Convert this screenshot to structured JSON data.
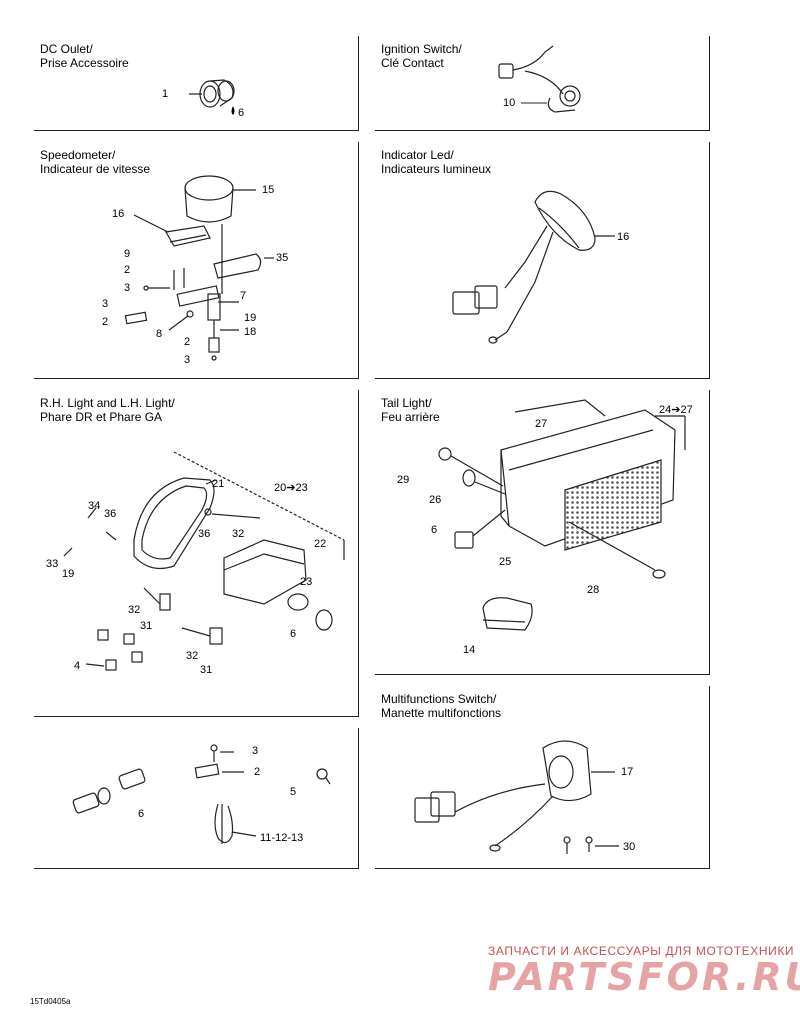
{
  "panels": {
    "dc_outlet": {
      "title": "DC Oulet/\nPrise Accessoire",
      "callouts": [
        "1",
        "6"
      ]
    },
    "ignition": {
      "title": "Ignition Switch/\nClé Contact",
      "callouts": [
        "10"
      ]
    },
    "speedometer": {
      "title": "Speedometer/\nIndicateur de vitesse",
      "callouts": [
        "15",
        "16",
        "35",
        "9",
        "2",
        "3",
        "7",
        "3",
        "2",
        "19",
        "8",
        "18",
        "2",
        "3"
      ]
    },
    "indicator_led": {
      "title": "Indicator Led/\nIndicateurs lumineux",
      "callouts": [
        "16"
      ]
    },
    "headlights": {
      "title": "R.H. Light and L.H. Light/\nPhare DR et Phare GA",
      "callouts": [
        "21",
        "20➔23",
        "34",
        "36",
        "36",
        "32",
        "22",
        "33",
        "19",
        "23",
        "32",
        "31",
        "6",
        "4",
        "32",
        "31"
      ]
    },
    "tail_light": {
      "title": "Tail Light/\nFeu arrière",
      "callouts": [
        "27",
        "24➔27",
        "29",
        "26",
        "6",
        "25",
        "28",
        "14"
      ]
    },
    "hardware": {
      "callouts": [
        "3",
        "2",
        "5",
        "6",
        "11-12-13"
      ]
    },
    "multifunction": {
      "title": "Multifunctions Switch/\nManette multifonctions",
      "callouts": [
        "17",
        "30"
      ]
    }
  },
  "watermark": {
    "tagline": "ЗАПЧАСТИ И АКСЕССУАРЫ ДЛЯ МОТОТЕХНИКИ",
    "logo": "PARTSFOR.RU"
  },
  "reference": "15Td0405a"
}
